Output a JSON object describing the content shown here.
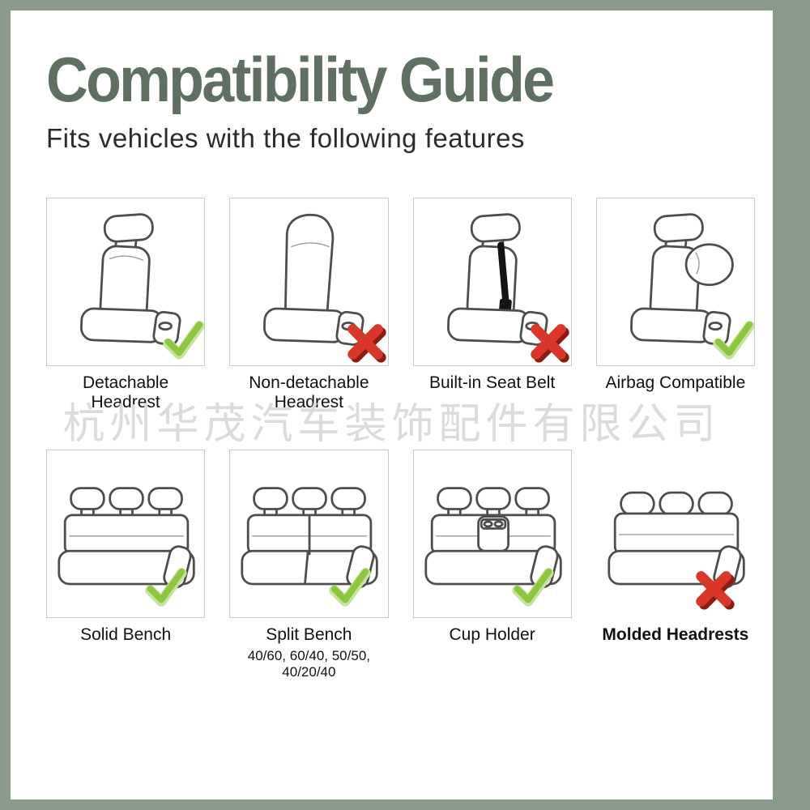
{
  "page": {
    "title": "Compatibility Guide",
    "subtitle": "Fits vehicles with the following features",
    "watermark": "杭州华茂汽车装饰配件有限公司"
  },
  "colors": {
    "frame": "#8a9a8b",
    "title": "#5f6f62",
    "check": "#8dc63f",
    "cross": "#d8372a",
    "tile_border": "#c9c9c9",
    "watermark": "#dbdbdb"
  },
  "grid": {
    "items": [
      {
        "label": "Detachable Headrest",
        "status": "check",
        "icon": "detachable-headrest-seat"
      },
      {
        "label": "Non-detachable Headrest",
        "status": "cross",
        "icon": "non-detachable-headrest-seat"
      },
      {
        "label": "Built-in Seat Belt",
        "status": "cross",
        "icon": "built-in-seat-belt-seat"
      },
      {
        "label": "Airbag Compatible",
        "status": "check",
        "icon": "airbag-compatible-seat"
      },
      {
        "label": "Solid Bench",
        "status": "check",
        "icon": "solid-bench-seat"
      },
      {
        "label": "Split Bench",
        "sublabel": "40/60, 60/40, 50/50, 40/20/40",
        "status": "check",
        "icon": "split-bench-seat"
      },
      {
        "label": "Cup Holder",
        "status": "check",
        "icon": "cup-holder-bench-seat"
      },
      {
        "label": "Molded Headrests",
        "status": "cross",
        "icon": "molded-headrests-bench-seat"
      }
    ]
  }
}
